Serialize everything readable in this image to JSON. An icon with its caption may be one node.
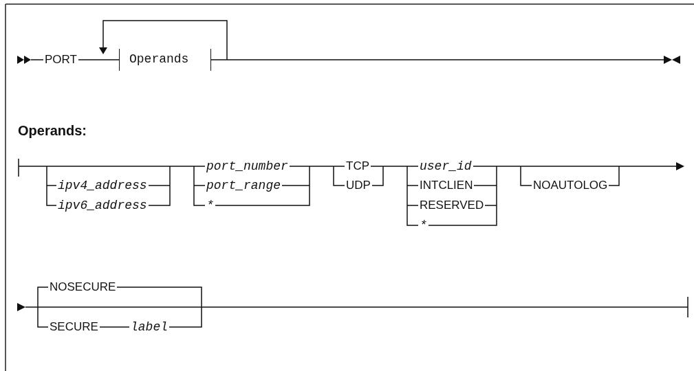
{
  "diagram": {
    "nodes": [
      {
        "text": [
          "Operands"
        ]
      }
    ],
    "labels": [
      "PORT",
      "Operands:",
      "ipv4_address",
      "ipv6_address",
      "port_number",
      "port_range",
      "*",
      "TCP",
      "UDP",
      "user_id",
      "INTCLIEN",
      "RESERVED",
      "*",
      "NOAUTOLOG",
      "NOSECURE",
      "SECURE",
      "label"
    ]
  }
}
